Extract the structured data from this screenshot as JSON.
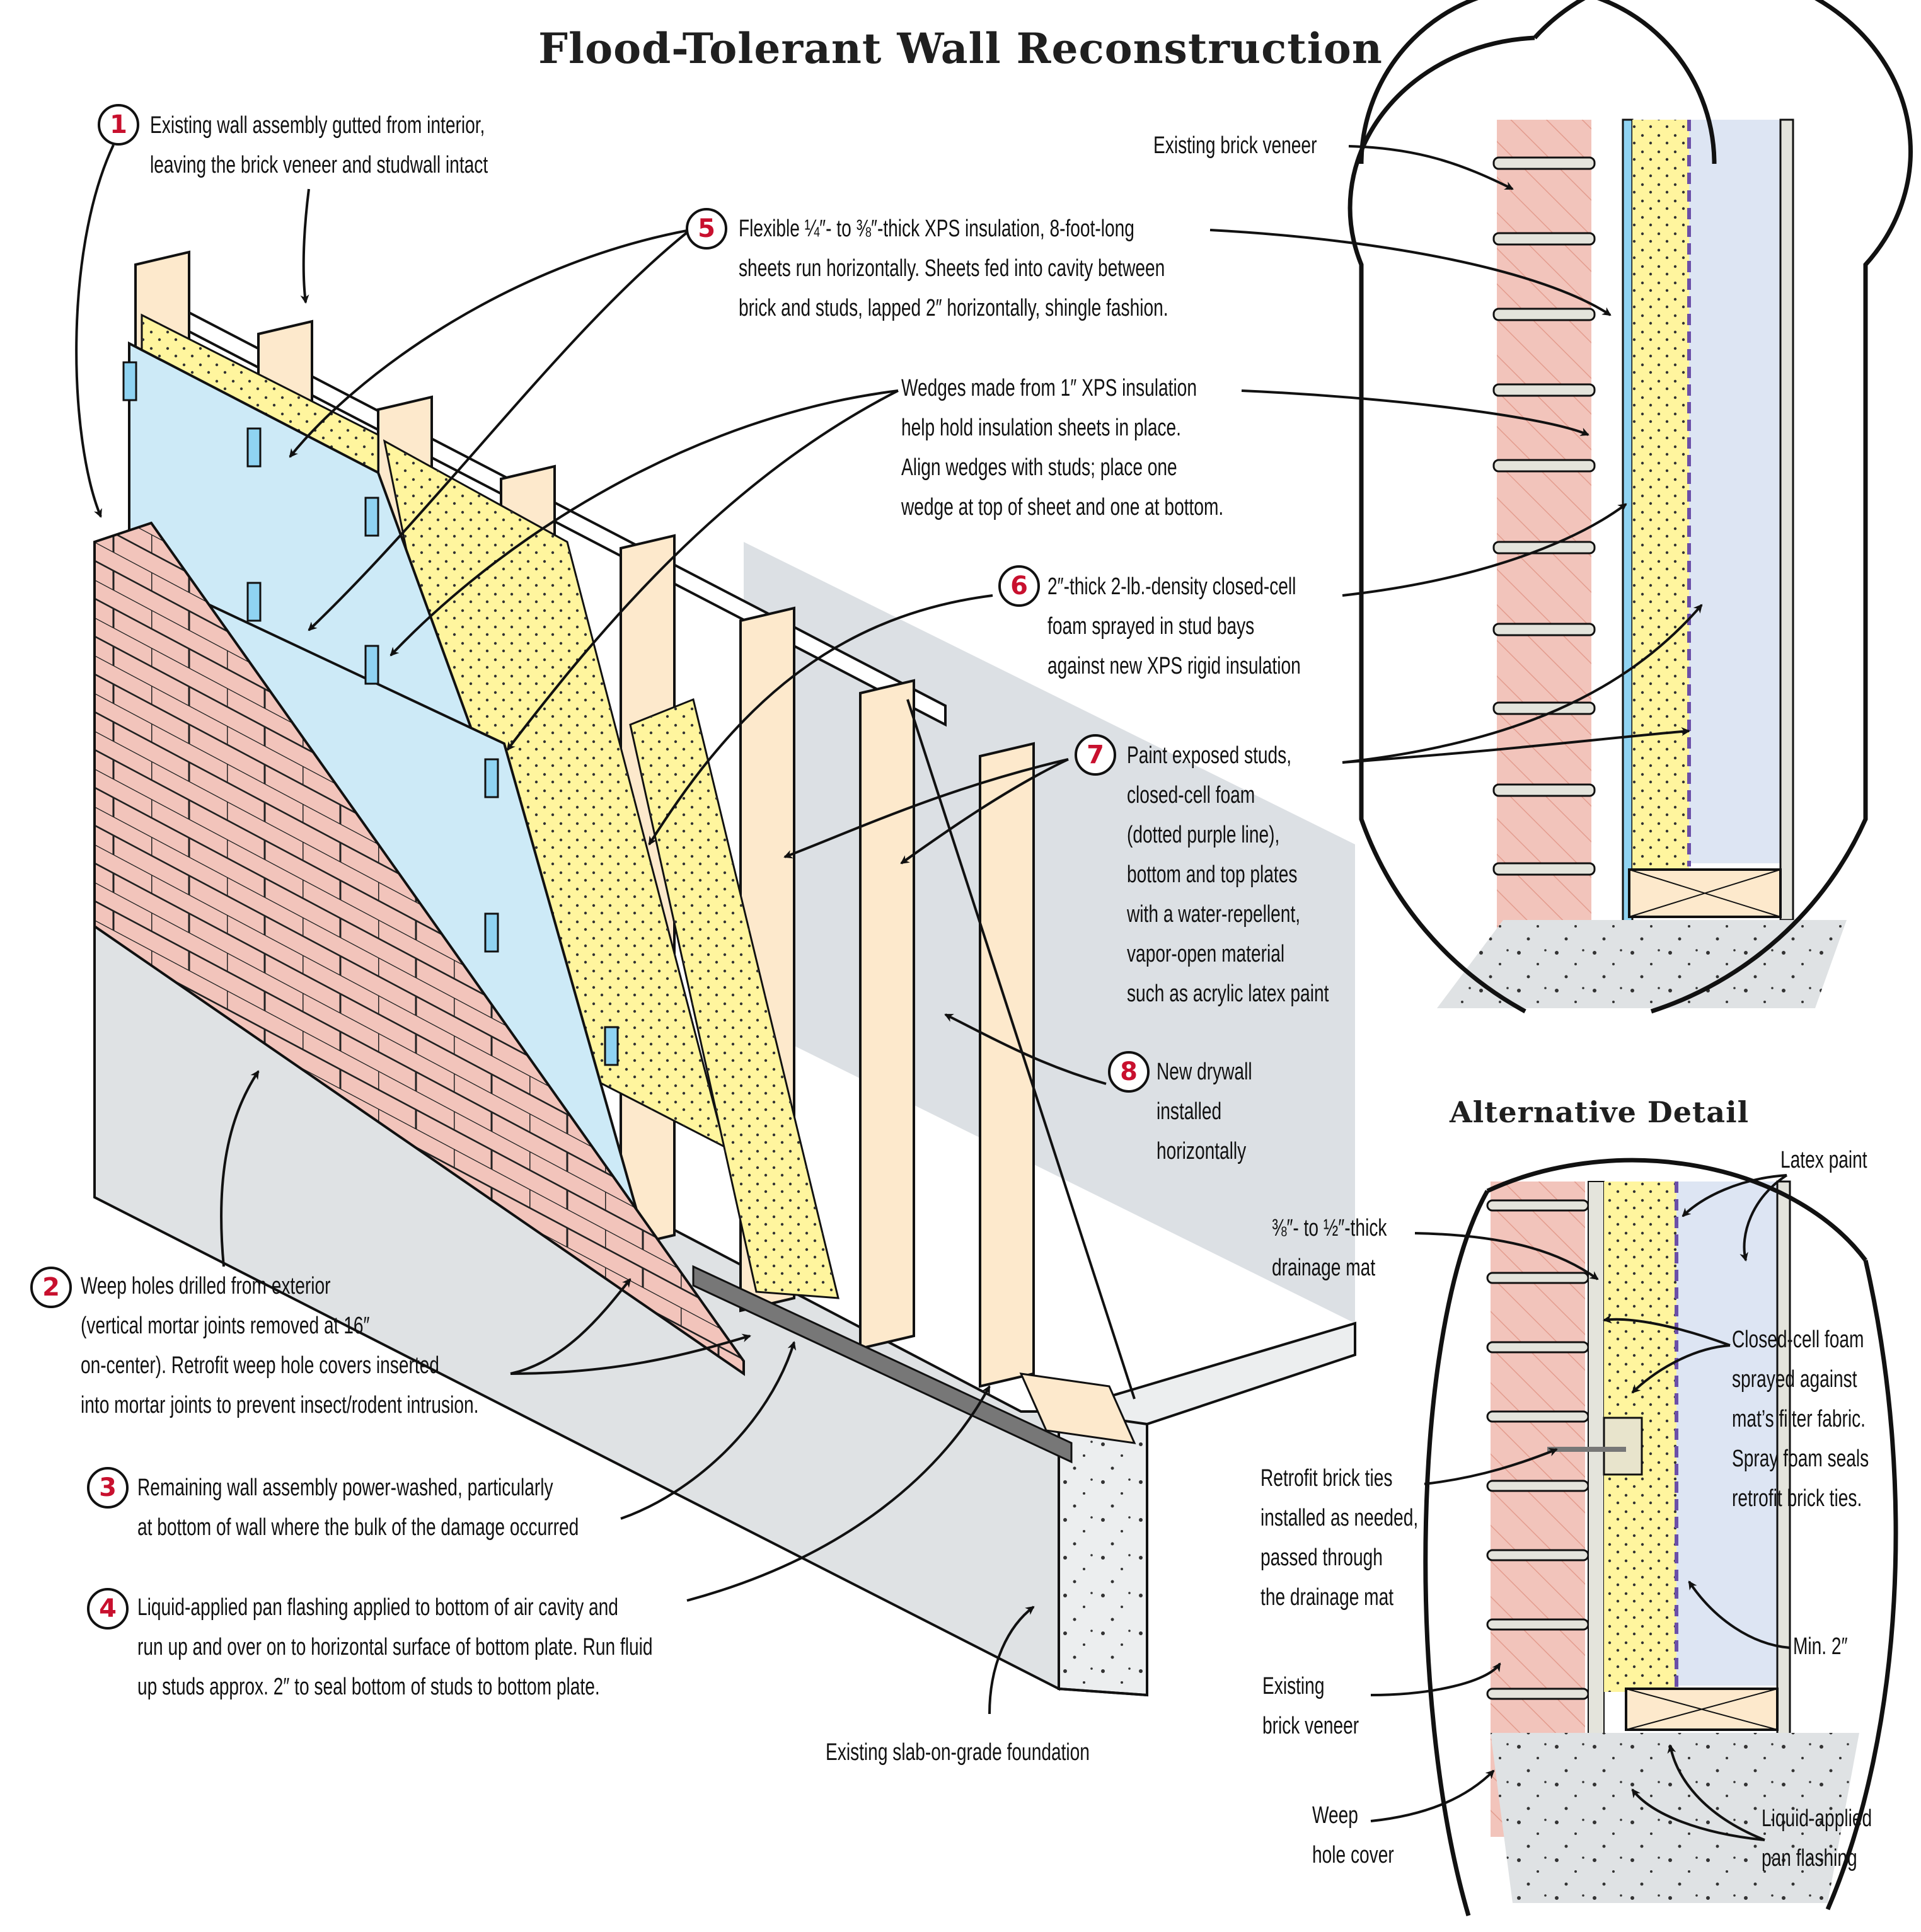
{
  "title": "Flood-Tolerant Wall Reconstruction",
  "alt_detail_title": "Alternative Detail",
  "colors": {
    "brick": "#f2c4bb",
    "mortar": "#e4e4dc",
    "xps": "#cdeaf7",
    "xps_dark": "#8fd3f2",
    "spray_foam": "#fff59e",
    "stud_wood": "#fde9cc",
    "drywall": "#dde5f3",
    "concrete": "#dfe2e4",
    "paint_line": "#6b4fa8",
    "callout_number": "#c8102e",
    "shadow": "#dce0e4"
  },
  "callouts": [
    {
      "number": "1",
      "lines": [
        "Existing wall assembly gutted from interior,",
        "leaving the brick veneer and studwall intact"
      ]
    },
    {
      "number": "2",
      "lines": [
        "Weep holes drilled from exterior",
        "(vertical mortar joints removed at 16″",
        "on-center). Retrofit weep hole covers inserted",
        "into mortar joints to prevent insect/rodent intrusion."
      ]
    },
    {
      "number": "3",
      "lines": [
        "Remaining wall assembly power-washed, particularly",
        "at bottom of wall where the bulk of the damage occurred"
      ]
    },
    {
      "number": "4",
      "lines": [
        "Liquid-applied pan flashing applied to bottom of air cavity and",
        "run up and over on to horizontal surface of bottom plate. Run fluid",
        "up studs approx. 2″ to seal bottom of studs to bottom plate."
      ]
    },
    {
      "number": "5",
      "lines": [
        "Flexible ¼″- to ⅜″-thick XPS insulation, 8-foot-long",
        "sheets run horizontally. Sheets fed into cavity between",
        "brick and studs, lapped 2″ horizontally, shingle fashion."
      ]
    },
    {
      "number": "",
      "lines": [
        "Wedges made from 1″ XPS insulation",
        "help hold insulation sheets in place.",
        "Align wedges with studs; place one",
        "wedge at top of sheet and one at bottom."
      ]
    },
    {
      "number": "6",
      "lines": [
        "2″-thick 2-lb.-density closed-cell",
        "foam sprayed in stud bays",
        "against new XPS rigid insulation"
      ]
    },
    {
      "number": "7",
      "lines": [
        "Paint exposed studs,",
        "closed-cell foam",
        "(dotted purple line),",
        "bottom and top plates",
        "with a water-repellent,",
        "vapor-open material",
        "such as acrylic latex paint"
      ]
    },
    {
      "number": "8",
      "lines": [
        "New drywall",
        "installed",
        "horizontally"
      ]
    }
  ],
  "labels": {
    "foundation": "Existing slab-on-grade foundation",
    "detail_brick": "Existing brick veneer",
    "alt_latex": "Latex paint",
    "alt_mat": [
      "⅜″- to ½″-thick",
      "drainage mat"
    ],
    "alt_foam": [
      "Closed-cell foam",
      "sprayed against",
      "mat’s filter fabric.",
      "Spray foam seals",
      "retrofit brick ties."
    ],
    "alt_ties": [
      "Retrofit brick ties",
      "installed as needed,",
      "passed through",
      "the drainage mat"
    ],
    "alt_min": "Min. 2″",
    "alt_brick": [
      "Existing",
      "brick veneer"
    ],
    "alt_weep": [
      "Weep",
      "hole cover"
    ],
    "alt_flashing": [
      "Liquid-applied",
      "pan flashing"
    ]
  }
}
